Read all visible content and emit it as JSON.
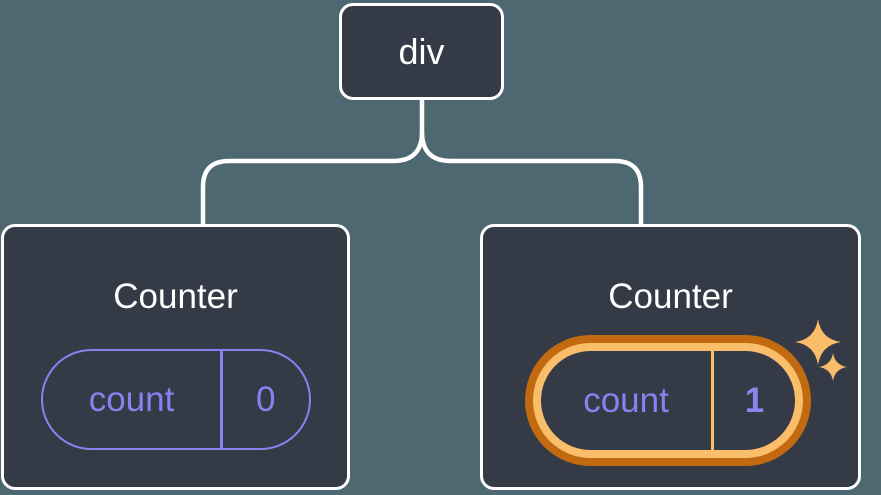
{
  "tree": {
    "root": {
      "label": "div"
    },
    "children": [
      {
        "title": "Counter",
        "state_key": "count",
        "state_value": "0",
        "highlighted": false
      },
      {
        "title": "Counter",
        "state_key": "count",
        "state_value": "1",
        "highlighted": true
      }
    ]
  },
  "colors": {
    "background": "#4D6870",
    "node_fill": "#343A46",
    "node_border": "#FFFFFF",
    "connector": "#FFFFFF",
    "state_accent_purple": "#8682EF",
    "highlight_outer_orange": "#C16A10",
    "highlight_inner_orange": "#FABD69",
    "sparkle": "#FABD69",
    "text_primary": "#FFFFFF"
  }
}
